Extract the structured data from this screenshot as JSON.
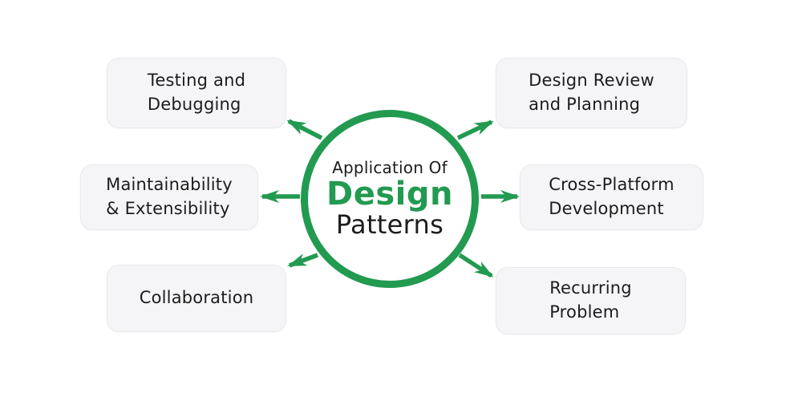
{
  "colors": {
    "green": "#229a50",
    "ink": "#1c1c1c",
    "box_bg": "#f5f5f7",
    "box_border": "#e9e9ec"
  },
  "center": {
    "line1": "Application Of",
    "line2": "Design",
    "line3": "Patterns"
  },
  "boxes": [
    {
      "id": "testing-debugging",
      "label": "Testing and\nDebugging"
    },
    {
      "id": "maintainability-extensibility",
      "label": "Maintainability\n& Extensibility"
    },
    {
      "id": "collaboration",
      "label": "Collaboration"
    },
    {
      "id": "design-review-planning",
      "label": "Design Review\nand Planning"
    },
    {
      "id": "cross-platform-development",
      "label": "Cross-Platform\nDevelopment"
    },
    {
      "id": "recurring-problem",
      "label": "Recurring\nProblem"
    }
  ]
}
